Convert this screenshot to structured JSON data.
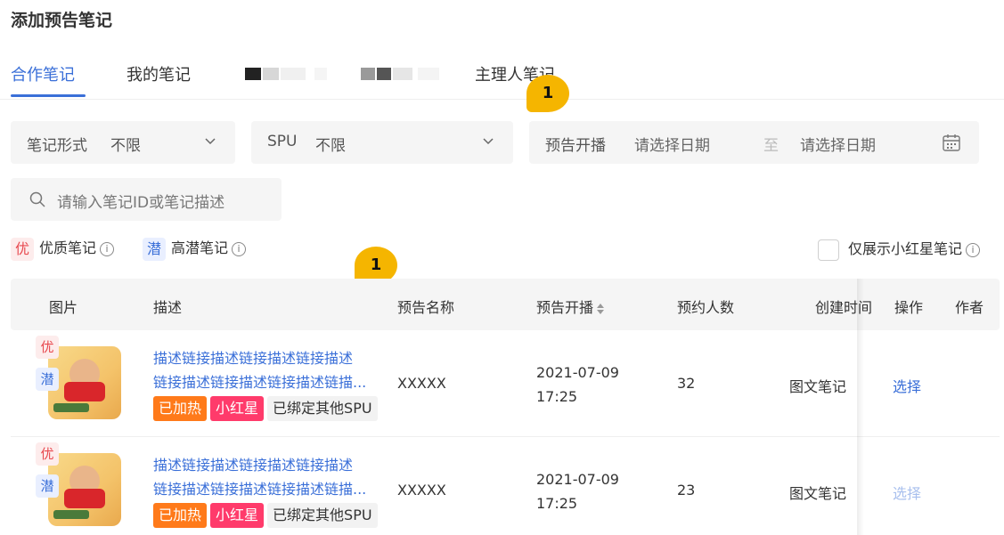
{
  "page": {
    "title": "添加预告笔记"
  },
  "tabs": [
    {
      "label": "合作笔记",
      "active": true
    },
    {
      "label": "我的笔记",
      "active": false
    },
    {
      "label": "主理人笔记",
      "active": false
    }
  ],
  "markers": [
    "1",
    "1"
  ],
  "filters": {
    "note_form": {
      "label": "笔记形式",
      "value": "不限"
    },
    "spu": {
      "label": "SPU",
      "value": "不限"
    },
    "preview_date": {
      "label": "预告开播",
      "start_placeholder": "请选择日期",
      "separator": "至",
      "end_placeholder": "请选择日期"
    }
  },
  "search": {
    "placeholder": "请输入笔记ID或笔记描述"
  },
  "legend": {
    "quality": {
      "tag": "优",
      "label": "优质笔记"
    },
    "potential": {
      "tag": "潜",
      "label": "高潜笔记"
    },
    "info_glyph": "i"
  },
  "only_xhx_label": "仅展示小红星笔记",
  "table": {
    "headers": {
      "image": "图片",
      "desc": "描述",
      "preview_name": "预告名称",
      "preview_time": "预告开播",
      "reservations": "预约人数",
      "created_time": "创建时间",
      "operation": "操作",
      "author": "作者"
    },
    "rows": [
      {
        "tag_quality": "优",
        "tag_potential": "潜",
        "desc_line1": "描述链接描述链接描述链接描述",
        "desc_line2": "链接描述链接描述链接描述链描...",
        "chip_hot": "已加热",
        "chip_star": "小红星",
        "chip_other": "已绑定其他SPU",
        "preview_name": "XXXXX",
        "preview_date": "2021-07-09",
        "preview_clock": "17:25",
        "reservations": "32",
        "created_type": "图文笔记",
        "operation": "选择",
        "operation_enabled": true
      },
      {
        "tag_quality": "优",
        "tag_potential": "潜",
        "desc_line1": "描述链接描述链接描述链接描述",
        "desc_line2": "链接描述链接描述链接描述链描...",
        "chip_hot": "已加热",
        "chip_star": "小红星",
        "chip_other": "已绑定其他SPU",
        "preview_name": "XXXXX",
        "preview_date": "2021-07-09",
        "preview_clock": "17:25",
        "reservations": "23",
        "created_type": "图文笔记",
        "operation": "选择",
        "operation_enabled": false
      }
    ]
  },
  "colors": {
    "primary": "#3a6fd8",
    "marker": "#f5b500",
    "chip_hot": "#ff7a1a",
    "chip_star": "#ff3b6b",
    "tag_quality": "#e8494f"
  }
}
